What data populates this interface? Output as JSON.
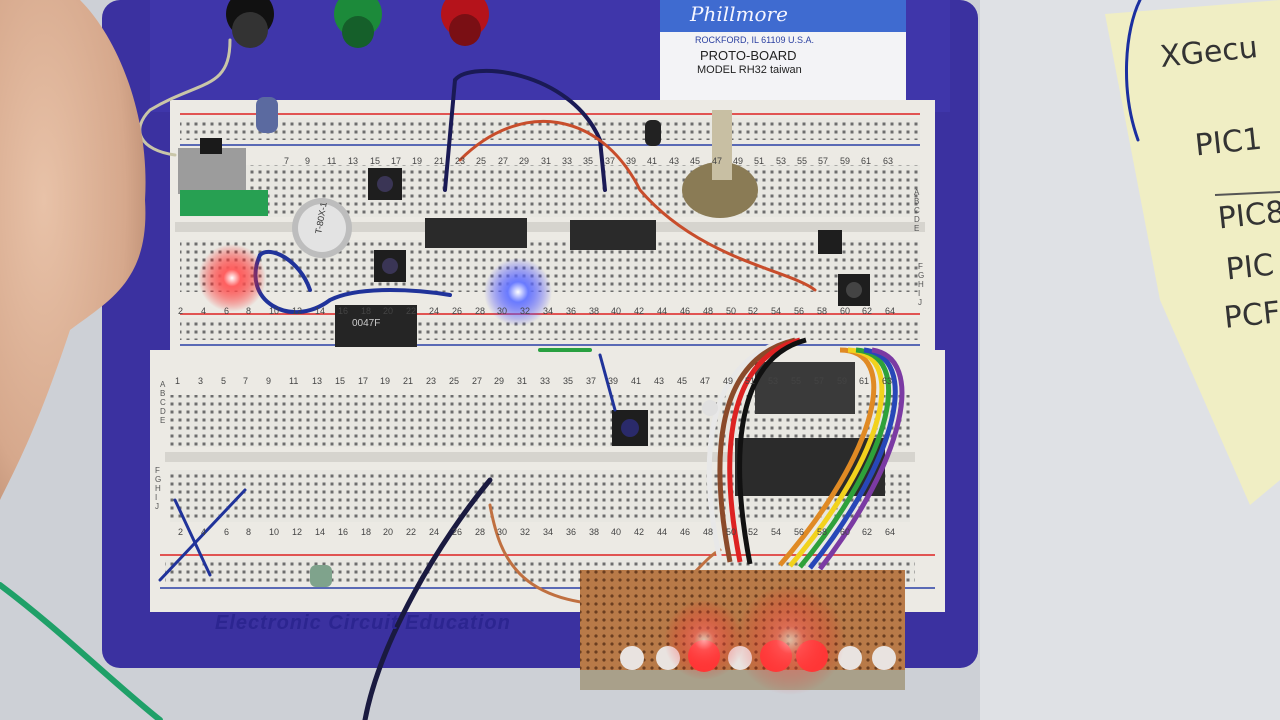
{
  "photo": {
    "description_colors": {
      "table": "#d3d6dc",
      "board": "#3a2f9e",
      "breadboard": "#e9e8e2",
      "note": "#f1efc4"
    }
  },
  "label_sticker": {
    "brand": "Phillmore",
    "address": "ROCKFORD, IL 61109 U.S.A.",
    "product": "PROTO-BOARD",
    "model": "MODEL RH32  taiwan"
  },
  "board_footer": {
    "text": "Electronic Circuit Education"
  },
  "breadboard_numbers": {
    "upper_top": [
      "7",
      "9",
      "11",
      "13",
      "15",
      "17",
      "19",
      "21",
      "23",
      "25",
      "27",
      "29",
      "31",
      "33",
      "35",
      "37",
      "39",
      "41",
      "43",
      "45",
      "47",
      "49",
      "51",
      "53",
      "55",
      "57",
      "59",
      "61",
      "63"
    ],
    "upper_bottom": [
      "2",
      "4",
      "6",
      "8",
      "10",
      "12",
      "14",
      "16",
      "18",
      "20",
      "22",
      "24",
      "26",
      "28",
      "30",
      "32",
      "34",
      "36",
      "38",
      "40",
      "42",
      "44",
      "46",
      "48",
      "50",
      "52",
      "54",
      "56",
      "58",
      "60",
      "62",
      "64"
    ],
    "lower_top": [
      "1",
      "3",
      "5",
      "7",
      "9",
      "11",
      "13",
      "15",
      "17",
      "19",
      "21",
      "23",
      "25",
      "27",
      "29",
      "31",
      "33",
      "35",
      "37",
      "39",
      "41",
      "43",
      "45",
      "47",
      "49",
      "51",
      "53",
      "55",
      "57",
      "59",
      "61",
      "63"
    ],
    "lower_bottom": [
      "2",
      "4",
      "6",
      "8",
      "10",
      "12",
      "14",
      "16",
      "18",
      "20",
      "22",
      "24",
      "26",
      "28",
      "30",
      "32",
      "34",
      "36",
      "38",
      "40",
      "42",
      "44",
      "46",
      "48",
      "50",
      "52",
      "54",
      "56",
      "58",
      "60",
      "62",
      "64"
    ],
    "row_letters_a": [
      "A",
      "B",
      "C",
      "D",
      "E"
    ],
    "row_letters_b": [
      "F",
      "G",
      "H",
      "I",
      "J"
    ]
  },
  "component_labels": {
    "crystal": "T-80X-1",
    "capacitor": "0047F"
  },
  "note_paper": {
    "lines": [
      "XGecu",
      "PIC1",
      "PIC8",
      "PIC",
      "PCF"
    ]
  }
}
